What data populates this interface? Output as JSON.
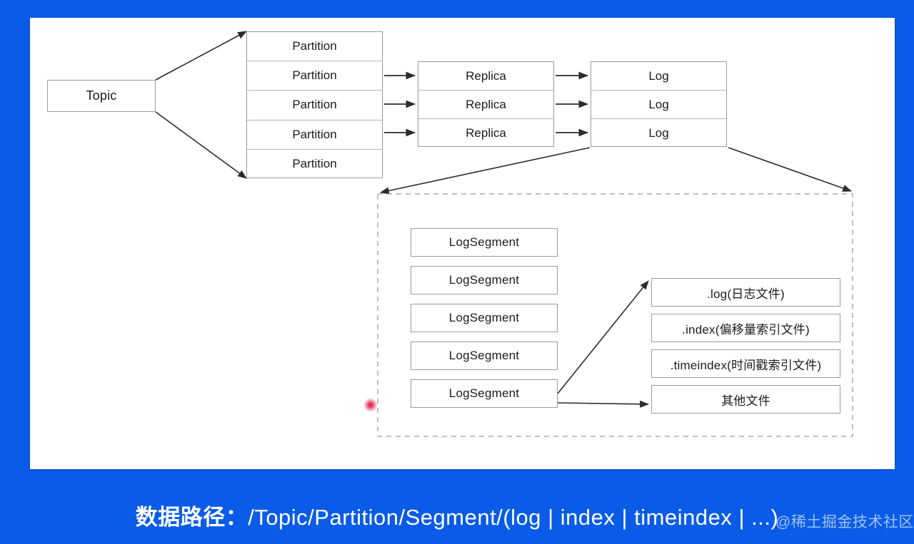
{
  "theme": {
    "background_color": "#0a5ce8",
    "canvas_color": "#ffffff",
    "box_border_color": "#9a9a9a",
    "text_color": "#1b1b1b",
    "caption_color": "#ffffff",
    "cursor_dot_color": "#d01a3c"
  },
  "diagram": {
    "topic": {
      "label": "Topic"
    },
    "partitions": {
      "items": [
        {
          "label": "Partition"
        },
        {
          "label": "Partition"
        },
        {
          "label": "Partition"
        },
        {
          "label": "Partition"
        },
        {
          "label": "Partition"
        }
      ]
    },
    "replicas": {
      "items": [
        {
          "label": "Replica"
        },
        {
          "label": "Replica"
        },
        {
          "label": "Replica"
        }
      ]
    },
    "logs": {
      "items": [
        {
          "label": "Log"
        },
        {
          "label": "Log"
        },
        {
          "label": "Log"
        }
      ]
    },
    "log_segments": {
      "items": [
        {
          "label": "LogSegment"
        },
        {
          "label": "LogSegment"
        },
        {
          "label": "LogSegment"
        },
        {
          "label": "LogSegment"
        },
        {
          "label": "LogSegment"
        }
      ]
    },
    "segment_files": {
      "items": [
        {
          "label": ".log(日志文件)"
        },
        {
          "label": ".index(偏移量索引文件)"
        },
        {
          "label": ".timeindex(时间戳索引文件)"
        },
        {
          "label": "其他文件"
        }
      ]
    }
  },
  "caption": {
    "prefix": "数据路径：",
    "path": "/Topic/Partition/Segment/(log | index | timeindex | ...)",
    "watermark": "@稀土掘金技术社区"
  }
}
